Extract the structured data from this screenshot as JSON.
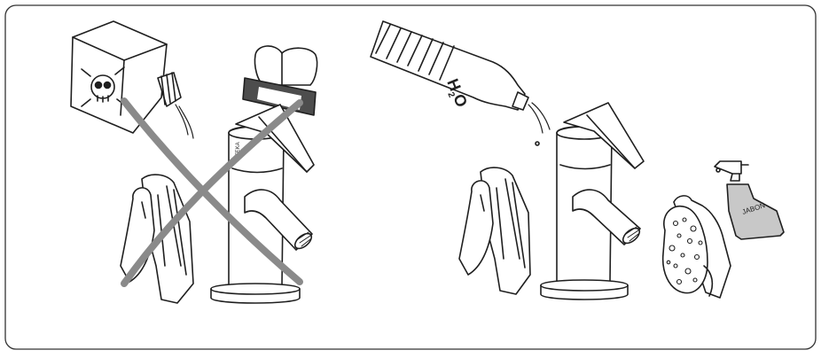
{
  "panel_left": {
    "meaning": "incorrect",
    "items": [
      "chemical-bottle",
      "scouring-pad",
      "cloth",
      "faucet",
      "cross-mark"
    ]
  },
  "panel_right": {
    "meaning": "correct",
    "items": [
      "water-bottle",
      "cloth",
      "faucet",
      "soap-dispenser",
      "sponge"
    ],
    "bottle_label": "H",
    "bottle_label_sub": "2",
    "bottle_label_o": "O",
    "soap_label": "JABON"
  },
  "colors": {
    "line": "#1f1f1f",
    "cross": "#8a8a8a",
    "soap": "#c8c8c8",
    "pad_dark": "#4d4d4d",
    "frame": "#333333"
  }
}
